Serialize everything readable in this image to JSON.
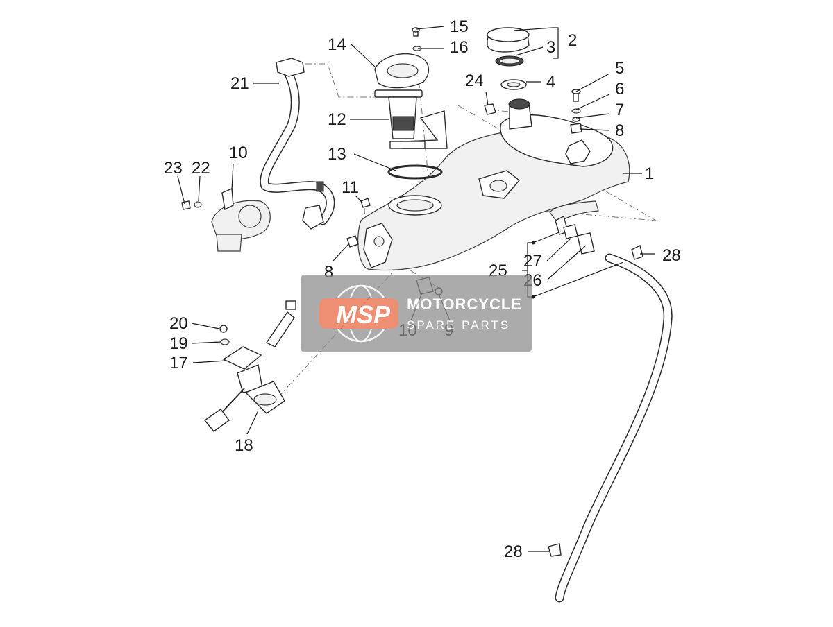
{
  "diagram": {
    "labels": {
      "l1": "1",
      "l2": "2",
      "l3": "3",
      "l4": "4",
      "l5": "5",
      "l6": "6",
      "l7": "7",
      "l8a": "8",
      "l8b": "8",
      "l9": "9",
      "l10a": "10",
      "l10b": "10",
      "l11": "11",
      "l12": "12",
      "l13": "13",
      "l14": "14",
      "l15": "15",
      "l16": "16",
      "l17": "17",
      "l18": "18",
      "l19": "19",
      "l20": "20",
      "l21": "21",
      "l22": "22",
      "l23": "23",
      "l24": "24",
      "l25": "25",
      "l26": "26",
      "l27": "27",
      "l28a": "28",
      "l28b": "28"
    }
  },
  "watermark": {
    "logo": "MSP",
    "line1": "MOTORCYCLE",
    "line2": "SPARE PARTS",
    "bg_color": "#8c8c8c",
    "accent_color": "#e8643c"
  }
}
